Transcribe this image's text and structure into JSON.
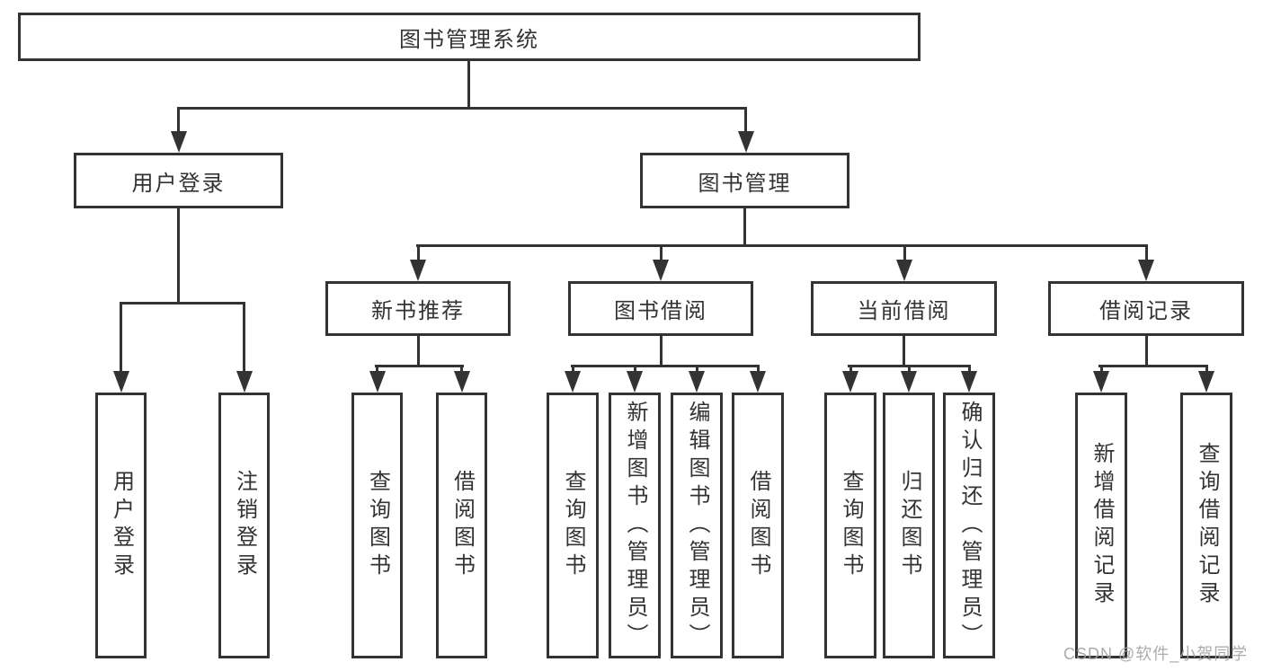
{
  "root": {
    "label": "图书管理系统"
  },
  "level2": [
    {
      "label": "用户登录"
    },
    {
      "label": "图书管理"
    }
  ],
  "login_children": [
    "用户登录",
    "注销登录"
  ],
  "groups": [
    {
      "label": "新书推荐",
      "children": [
        "查询图书",
        "借阅图书"
      ]
    },
    {
      "label": "图书借阅",
      "children": [
        "查询图书",
        "新增图书（管理员）",
        "编辑图书（管理员）",
        "借阅图书"
      ]
    },
    {
      "label": "当前借阅",
      "children": [
        "查询图书",
        "归还图书",
        "确认归还（管理员）"
      ]
    },
    {
      "label": "借阅记录",
      "children": [
        "新增借阅记录",
        "查询借阅记录"
      ]
    }
  ],
  "watermark": "CSDN @软件_小贺同学",
  "colors": {
    "line": "#333333",
    "text": "#333333",
    "watermark": "#a3a3a3",
    "background": "#ffffff"
  }
}
